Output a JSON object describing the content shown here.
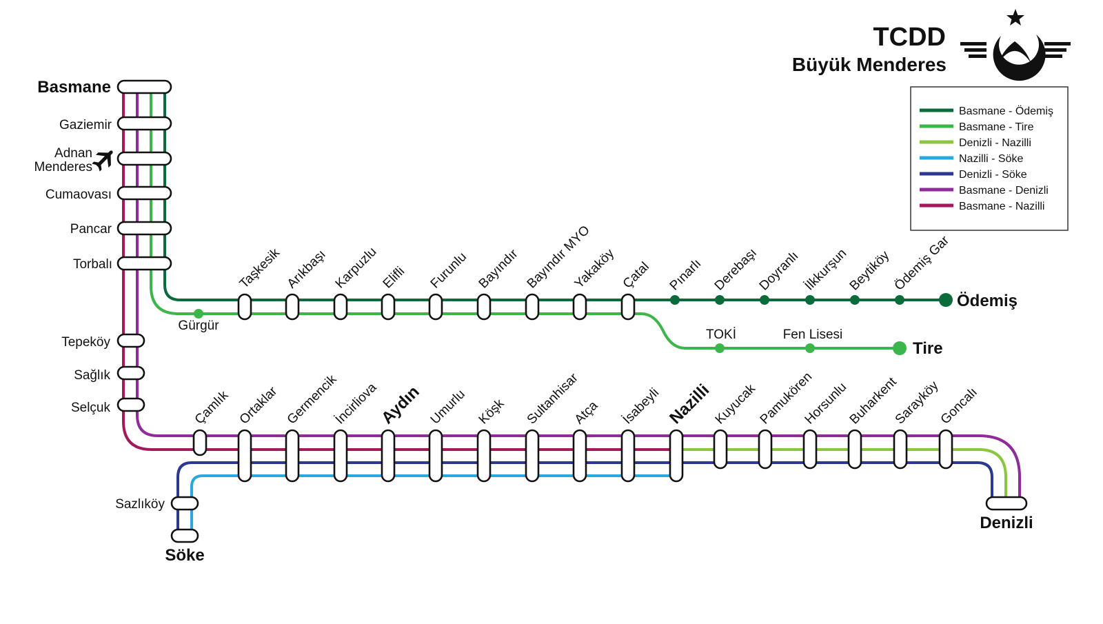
{
  "header": {
    "title": "TCDD",
    "subtitle": "Büyük Menderes"
  },
  "icons": {
    "logo": "tcdd-logo-icon",
    "airport": "airplane-icon"
  },
  "legend": [
    {
      "label": "Basmane - Ödemiş",
      "color": "#0b6b3a"
    },
    {
      "label": "Basmane - Tire",
      "color": "#3cb54a"
    },
    {
      "label": "Denizli - Nazilli",
      "color": "#8cc63f"
    },
    {
      "label": "Nazilli - Söke",
      "color": "#29a8e0"
    },
    {
      "label": "Denizli - Söke",
      "color": "#2b3990"
    },
    {
      "label": "Basmane - Denizli",
      "color": "#8e2c9a"
    },
    {
      "label": "Basmane - Nazilli",
      "color": "#a3195b"
    }
  ],
  "stations": {
    "trunk": [
      "Basmane",
      "Gaziemir",
      "Adnan",
      "Menderes",
      "Cumaovası",
      "Pancar",
      "Torbalı"
    ],
    "south": [
      "Tepeköy",
      "Sağlık",
      "Selçuk"
    ],
    "odemis_branch": [
      "Gürgür",
      "Taşkesik",
      "Arıkbaşı",
      "Karpuzlu",
      "Elifli",
      "Furunlu",
      "Bayındır",
      "Bayındır MYO",
      "Yakaköy",
      "Çatal",
      "Pınarlı",
      "Derebaşı",
      "Doyranlı",
      "İlkkurşun",
      "Beytiköy",
      "Ödemiş Gar",
      "Ödemiş"
    ],
    "tire_branch": [
      "TOKİ",
      "Fen Lisesi",
      "Tire"
    ],
    "main_line": [
      "Çamlık",
      "Ortaklar",
      "Germencik",
      "İncirliova",
      "Aydın",
      "Umurlu",
      "Köşk",
      "Sultanhisar",
      "Atça",
      "İsabeyli",
      "Nazilli",
      "Kuyucak",
      "Pamukören",
      "Horsunlu",
      "Buharkent",
      "Sarayköy",
      "Goncalı",
      "Denizli"
    ],
    "soke_branch": [
      "Sazlıköy",
      "Söke"
    ]
  }
}
